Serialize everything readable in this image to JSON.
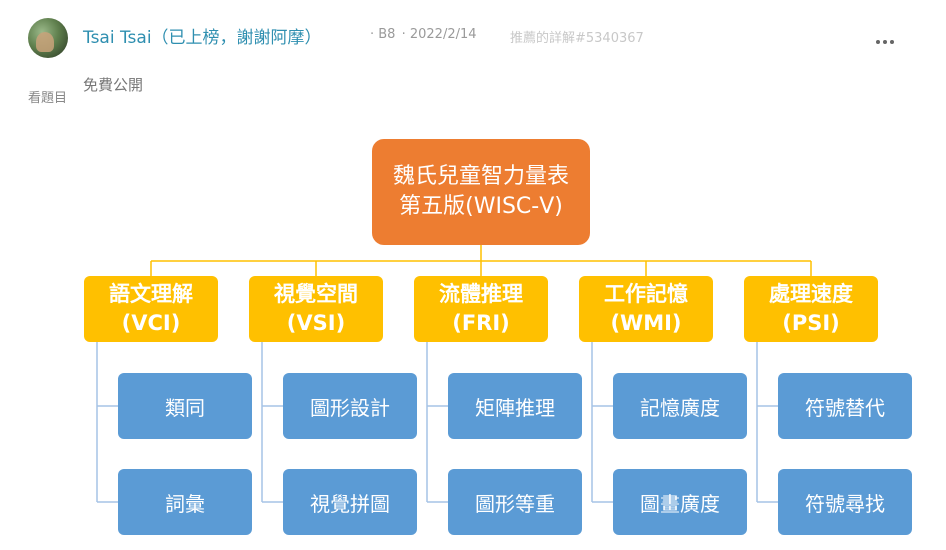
{
  "post": {
    "author": "Tsai Tsai（已上榜，謝謝阿摩）",
    "floor": "· B8",
    "date": "· 2022/2/14",
    "recommend": "推薦的詳解#5340367",
    "see_question": "看題目",
    "access": "免費公開"
  },
  "diagram": {
    "root_line1": "魏氏兒童智力量表",
    "root_line2": "第五版(WISC-Ⅴ)",
    "categories": [
      {
        "name": "語文理解",
        "abbr": "(VCI)",
        "subtests": [
          "類同",
          "詞彙"
        ]
      },
      {
        "name": "視覺空間",
        "abbr": "(VSI)",
        "subtests": [
          "圖形設計",
          "視覺拼圖"
        ]
      },
      {
        "name": "流體推理",
        "abbr": "(FRI)",
        "subtests": [
          "矩陣推理",
          "圖形等重"
        ]
      },
      {
        "name": "工作記憶",
        "abbr": "(WMI)",
        "subtests": [
          "記憶廣度",
          "圖畫廣度"
        ]
      },
      {
        "name": "處理速度",
        "abbr": "(PSI)",
        "subtests": [
          "符號替代",
          "符號尋找"
        ]
      }
    ]
  },
  "colors": {
    "root": "#ed7d31",
    "category": "#ffc000",
    "subtest": "#5b9bd5",
    "connector_top": "#ffc000",
    "connector_sub": "#a5c3e6"
  }
}
